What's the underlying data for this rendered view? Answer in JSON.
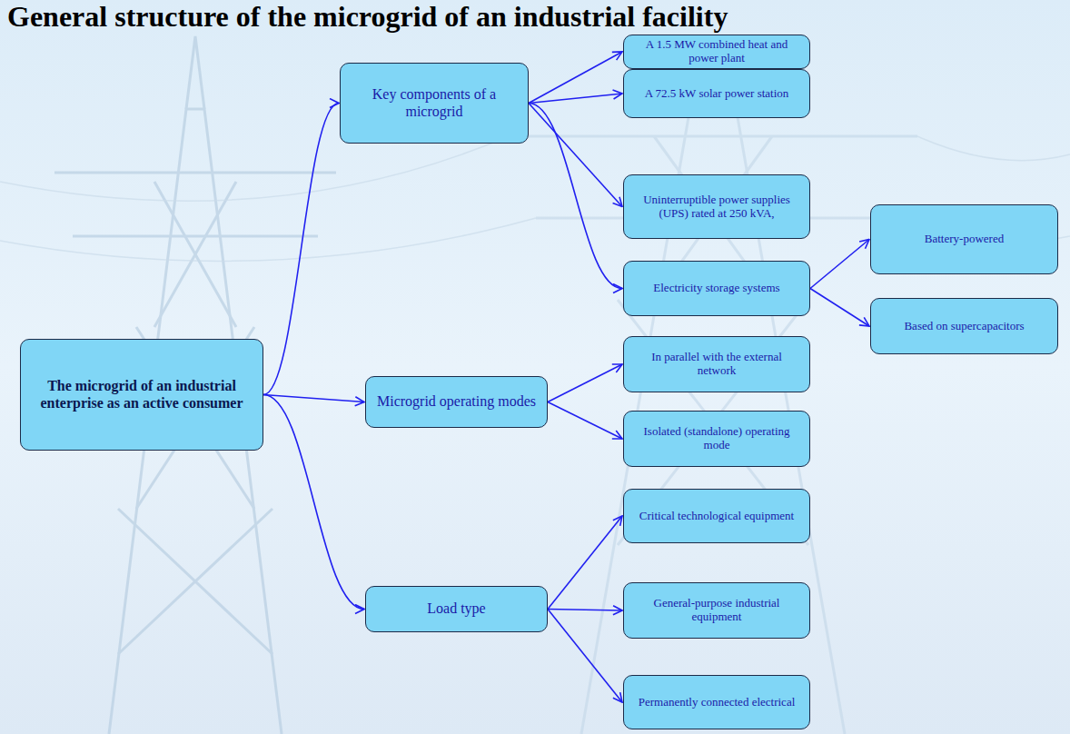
{
  "diagram": {
    "title": "General structure of the microgrid of an industrial facility",
    "nodes": [
      {
        "text": [
          "The microgrid of an industrial enterprise as an active consumer"
        ]
      },
      {
        "text": [
          "Key components of a microgrid"
        ]
      },
      {
        "text": [
          "A 1.5 MW combined heat and power plant"
        ]
      },
      {
        "text": [
          "A 72.5 kW solar power station"
        ]
      },
      {
        "text": [
          "Uninterruptible power supplies (UPS) rated at 250 kVA,"
        ]
      },
      {
        "text": [
          "Electricity storage systems"
        ]
      },
      {
        "text": [
          "Battery-powered"
        ]
      },
      {
        "text": [
          "Based on supercapacitors"
        ]
      },
      {
        "text": [
          "Microgrid operating modes"
        ]
      },
      {
        "text": [
          "In parallel with the external network"
        ]
      },
      {
        "text": [
          "Isolated (standalone) operating mode"
        ]
      },
      {
        "text": [
          "Critical technological equipment"
        ]
      },
      {
        "text": [
          "Load type"
        ]
      },
      {
        "text": [
          "General-purpose industrial equipment"
        ]
      },
      {
        "text": [
          "Permanently connected electrical"
        ]
      }
    ],
    "edges": [
      {
        "from": 0,
        "to": 1,
        "arrow": "to"
      },
      {
        "from": 0,
        "to": 8,
        "arrow": "to"
      },
      {
        "from": 0,
        "to": 12,
        "arrow": "to"
      },
      {
        "from": 1,
        "to": 2,
        "arrow": "to"
      },
      {
        "from": 1,
        "to": 3,
        "arrow": "to"
      },
      {
        "from": 1,
        "to": 4,
        "arrow": "to"
      },
      {
        "from": 1,
        "to": 5,
        "arrow": "to"
      },
      {
        "from": 5,
        "to": 6,
        "arrow": "to"
      },
      {
        "from": 5,
        "to": 7,
        "arrow": "to"
      },
      {
        "from": 8,
        "to": 9,
        "arrow": "to"
      },
      {
        "from": 8,
        "to": 10,
        "arrow": "to"
      },
      {
        "from": 12,
        "to": 11,
        "arrow": "to"
      },
      {
        "from": 12,
        "to": 13,
        "arrow": "to"
      },
      {
        "from": 12,
        "to": 14,
        "arrow": "to"
      }
    ]
  }
}
